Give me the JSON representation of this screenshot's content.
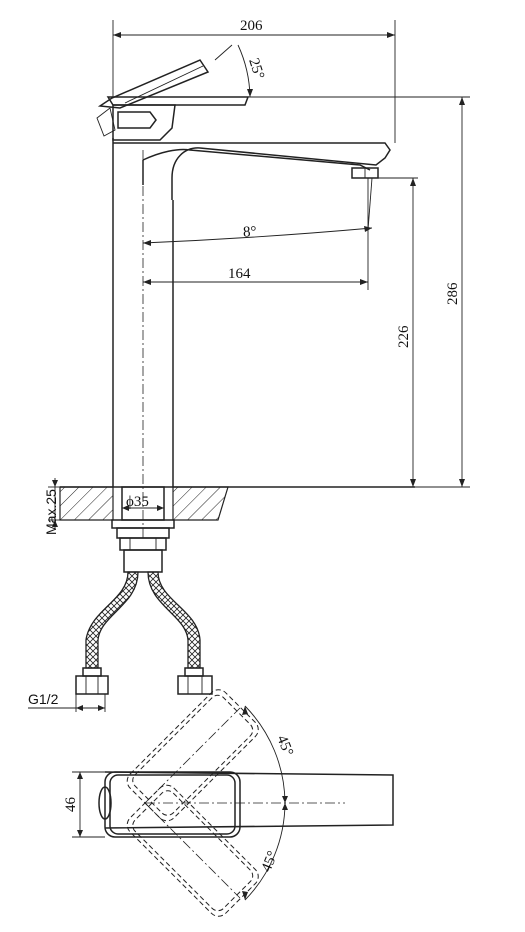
{
  "dimensions": {
    "overall_width": "206",
    "lever_angle": "25°",
    "spout_angle": "8°",
    "spout_reach": "164",
    "spout_height": "226",
    "total_height": "286",
    "hole_diameter": "ϕ35",
    "max_thickness": "Max.25",
    "thread": "G1/2",
    "handle_width": "46",
    "rotation_upper": "45°",
    "rotation_lower": "45°"
  }
}
